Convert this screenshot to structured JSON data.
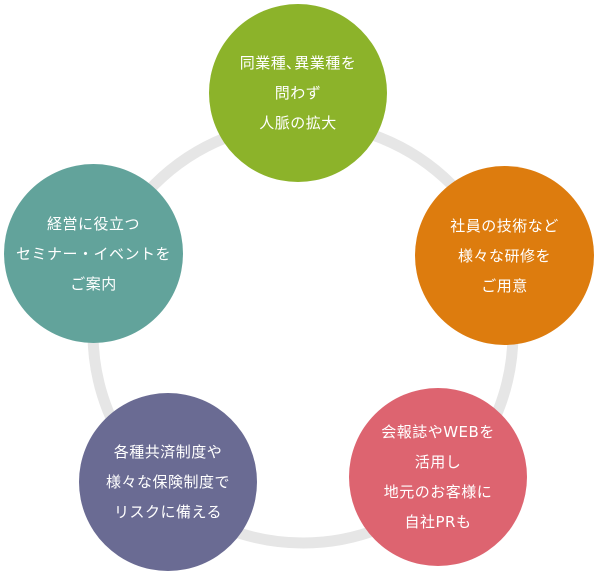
{
  "ring_color": "#e6e6e6",
  "nodes": [
    {
      "id": "n1",
      "color": "#8cb32a",
      "lines": [
        "同業種､異業種を",
        "問わず",
        "人脈の拡大"
      ]
    },
    {
      "id": "n2",
      "color": "#dd7c0e",
      "lines": [
        "社員の技術など",
        "様々な研修を",
        "ご用意"
      ]
    },
    {
      "id": "n3",
      "color": "#dd6470",
      "lines": [
        "会報誌やWEBを",
        "活用し",
        "地元のお客様に",
        "自社PRも"
      ]
    },
    {
      "id": "n4",
      "color": "#6a6b93",
      "lines": [
        "各種共済制度や",
        "様々な保険制度で",
        "リスクに備える"
      ]
    },
    {
      "id": "n5",
      "color": "#62a39b",
      "lines": [
        "経営に役立つ",
        "セミナー・イベントを",
        "ご案内"
      ]
    }
  ]
}
